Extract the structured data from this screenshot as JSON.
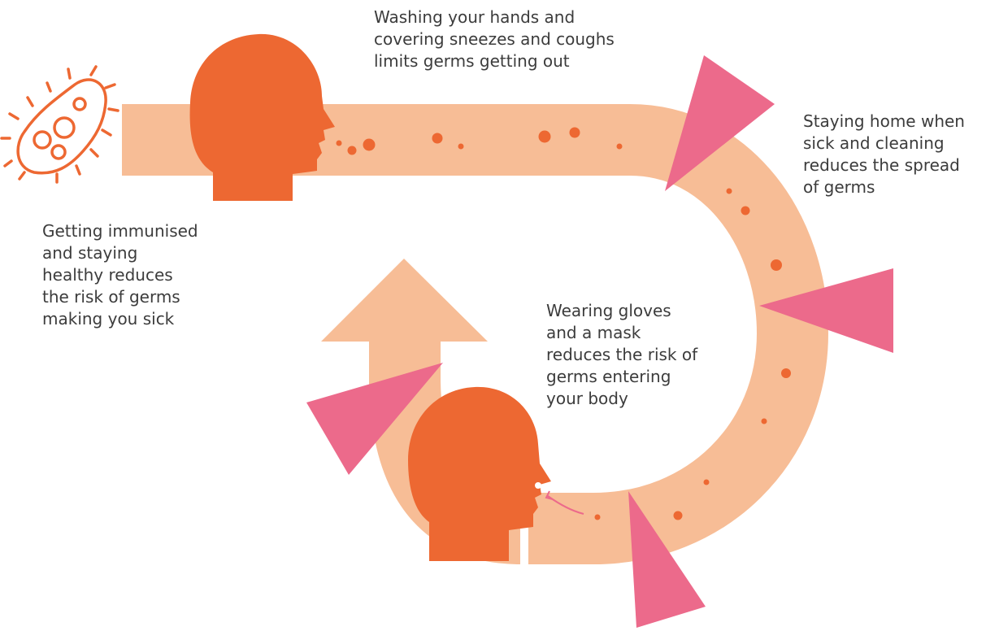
{
  "diagram": {
    "colors": {
      "path": "#F7BD96",
      "head": "#ED6832",
      "barrier": "#EC6A8B",
      "germ_dot": "#ED6832",
      "intake_arrow": "#EC6A8B",
      "text": "#3C3C3C"
    },
    "icons": {
      "germ": "germ-icon",
      "source_head": "head-profile-icon",
      "receiving_head": "head-profile-icon",
      "barrier": "triangle-barrier-icon",
      "return_arrow": "up-arrow-icon"
    },
    "captions": {
      "getting_out": "Washing your hands and\ncovering sneezes and coughs\nlimits germs getting out",
      "spread": "Staying home when\nsick and cleaning\nreduces the spread\nof germs",
      "immunised": "Getting immunised\nand staying\nhealthy reduces\nthe risk of germs\nmaking you sick",
      "entering": "Wearing gloves\nand a mask\nreduces the risk of\ngerms entering\nyour body"
    }
  }
}
